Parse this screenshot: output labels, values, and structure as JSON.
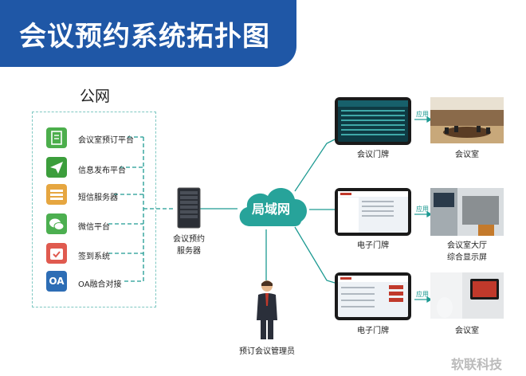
{
  "title": "会议预约系统拓扑图",
  "public_net": "公网",
  "services": [
    {
      "label": "会议室预订平台",
      "icon": "edit-document-icon",
      "color": "#4cae4c"
    },
    {
      "label": "信息发布平台",
      "icon": "paper-plane-icon",
      "color": "#3c9e3c"
    },
    {
      "label": "短信服务器",
      "icon": "message-list-icon",
      "color": "#e6a640"
    },
    {
      "label": "微信平台",
      "icon": "wechat-icon",
      "color": "#4caf50"
    },
    {
      "label": "签到系统",
      "icon": "calendar-check-icon",
      "color": "#e05a4f"
    },
    {
      "label": "OA融合对接",
      "icon": "oa-icon",
      "color": "#2d6db5",
      "icon_text": "OA"
    }
  ],
  "server": {
    "label_line1": "会议预约",
    "label_line2": "服务器"
  },
  "cloud": {
    "label": "局域网"
  },
  "admin": {
    "label": "预订会议管理员"
  },
  "devices": [
    {
      "caption": "会议门牌",
      "apply": "应用",
      "room_line1": "会议室",
      "room_line2": ""
    },
    {
      "caption": "电子门牌",
      "apply": "应用",
      "room_line1": "会议室大厅",
      "room_line2": "综合显示屏"
    },
    {
      "caption": "电子门牌",
      "apply": "应用",
      "room_line1": "会议室",
      "room_line2": ""
    }
  ],
  "watermark": "软联科技",
  "colors": {
    "banner": "#1f57a6",
    "accent": "#1d9a92",
    "cloud": "#27a39a"
  }
}
